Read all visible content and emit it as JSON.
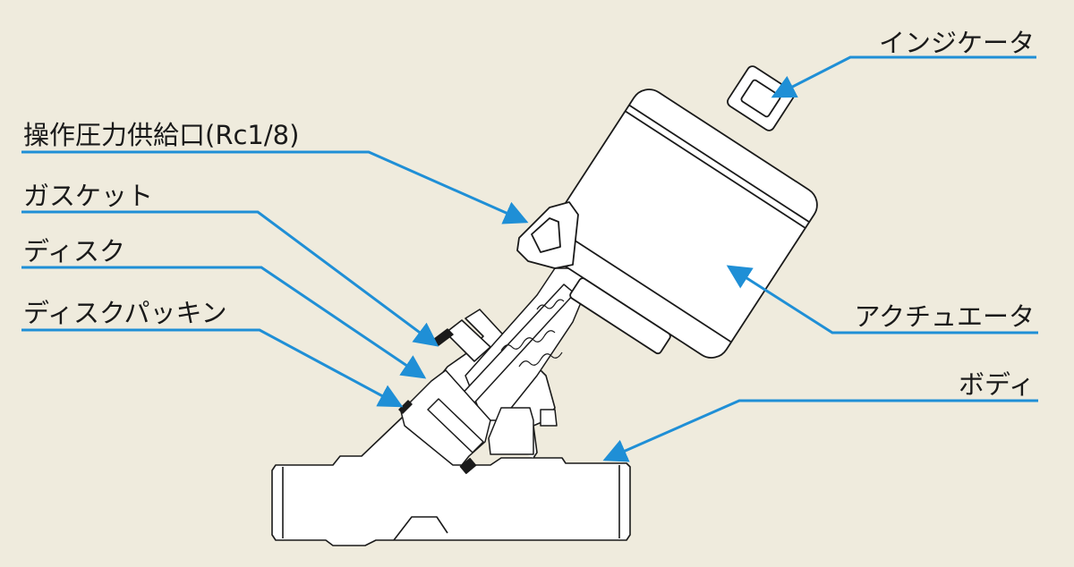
{
  "labels": {
    "indicator": "インジケータ",
    "pilot_port": "操作圧力供給口(Rc1/8)",
    "gasket": "ガスケット",
    "disc": "ディスク",
    "disc_packing": "ディスクパッキン",
    "actuator": "アクチュエータ",
    "body": "ボディ"
  },
  "colors": {
    "background": "#efebdd",
    "leader": "#1f8fd6",
    "outline": "#1a1a1a",
    "part_fill": "#ffffff"
  }
}
